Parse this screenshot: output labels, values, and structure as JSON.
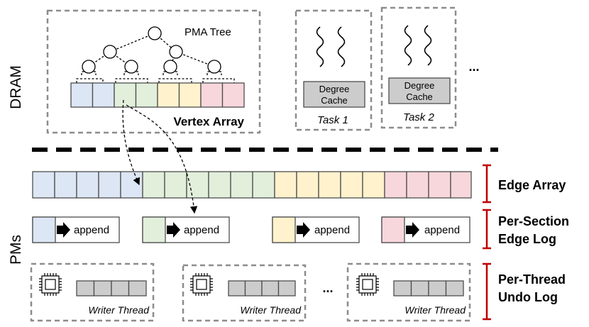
{
  "regions": {
    "dram_label": "DRAM",
    "pms_label": "PMs"
  },
  "dram": {
    "pma_tree_label": "PMA Tree",
    "vertex_array_label": "Vertex Array",
    "tasks": [
      {
        "cache_line1": "Degree",
        "cache_line2": "Cache",
        "label": "Task 1"
      },
      {
        "cache_line1": "Degree",
        "cache_line2": "Cache",
        "label": "Task 2"
      }
    ],
    "more_tasks": "..."
  },
  "pm": {
    "edge_array_label": "Edge Array",
    "edge_log_label_line1": "Per-Section",
    "edge_log_label_line2": "Edge Log",
    "append_label": "append",
    "undo_log_label_line1": "Per-Thread",
    "undo_log_label_line2": "Undo Log",
    "writer_label": "Writer Thread",
    "more_writers": "..."
  },
  "colors": {
    "blue": "#dce6f4",
    "green": "#e1efdb",
    "yellow": "#fff2cc",
    "pink": "#f8d7dc",
    "gray_box": "#cccccc",
    "border": "#4d4d4d",
    "dashed": "#8c8c8c",
    "bracket": "#c00000"
  }
}
